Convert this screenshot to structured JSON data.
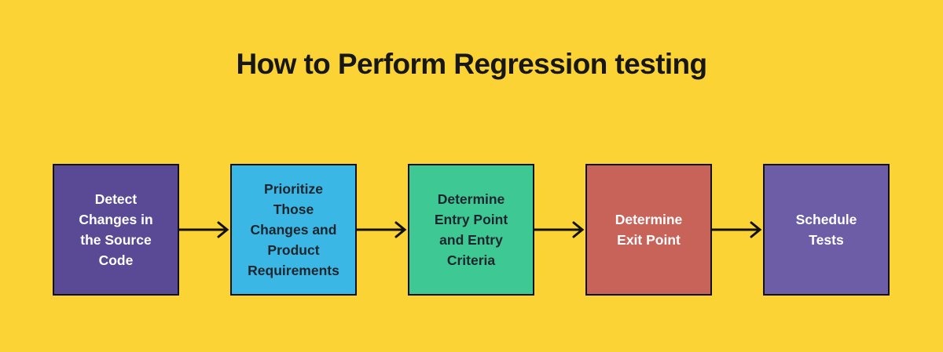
{
  "title": "How to Perform Regression testing",
  "colors": {
    "background": "#FCD335",
    "title_text": "#171717",
    "box_border": "#111111",
    "arrow": "#111111"
  },
  "steps": [
    {
      "label": "Detect\nChanges in\nthe Source\nCode",
      "bg": "#5A4A96",
      "text_color": "#FFFFFF"
    },
    {
      "label": "Prioritize\nThose\nChanges and\nProduct\nRequirements",
      "bg": "#3AB7E4",
      "text_color": "#20262E"
    },
    {
      "label": "Determine\nEntry Point\nand Entry\nCriteria",
      "bg": "#3EC893",
      "text_color": "#20262E"
    },
    {
      "label": "Determine\nExit Point",
      "bg": "#C8635A",
      "text_color": "#FFFFFF"
    },
    {
      "label": "Schedule\nTests",
      "bg": "#6D5CA6",
      "text_color": "#FFFFFF"
    }
  ],
  "arrow_icon": "right-arrow"
}
